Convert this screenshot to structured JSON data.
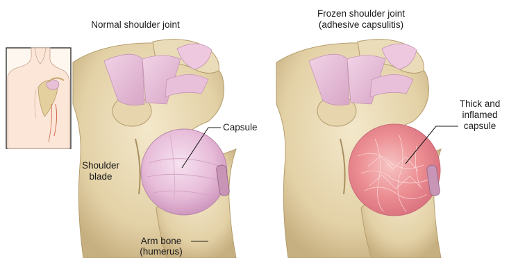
{
  "panels": {
    "normal": {
      "title": "Normal shoulder joint",
      "capsule_label": "Capsule",
      "blade_label_line1": "Shoulder",
      "blade_label_line2": "blade",
      "bone_label_line1": "Arm bone",
      "bone_label_line2": "(humerus)"
    },
    "frozen": {
      "title_line1": "Frozen shoulder joint",
      "title_line2": "(adhesive capsulitis)",
      "capsule_label_line1": "Thick and",
      "capsule_label_line2": "inflamed",
      "capsule_label_line3": "capsule"
    }
  },
  "colors": {
    "bone": "#e8d9b4",
    "bone_shadow": "#c9b58a",
    "tendon": "#e6bcd6",
    "capsule_normal": "#e7b9d8",
    "capsule_inflamed": "#e8828a",
    "label_text": "#1a1a1a"
  }
}
